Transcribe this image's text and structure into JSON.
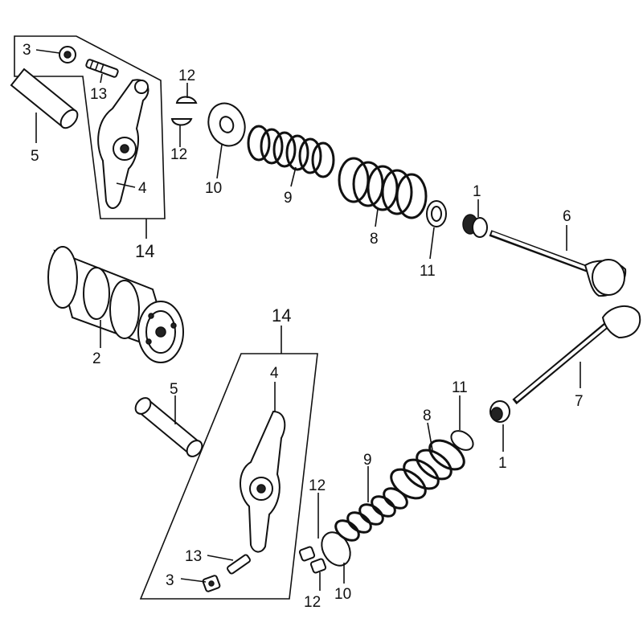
{
  "labels": {
    "n1": "1",
    "n2": "2",
    "n3": "3",
    "n4": "4",
    "n5": "5",
    "n6": "6",
    "n7": "7",
    "n8": "8",
    "n9": "9",
    "n10": "10",
    "n11": "11",
    "n12": "12",
    "n13": "13",
    "n14": "14"
  }
}
